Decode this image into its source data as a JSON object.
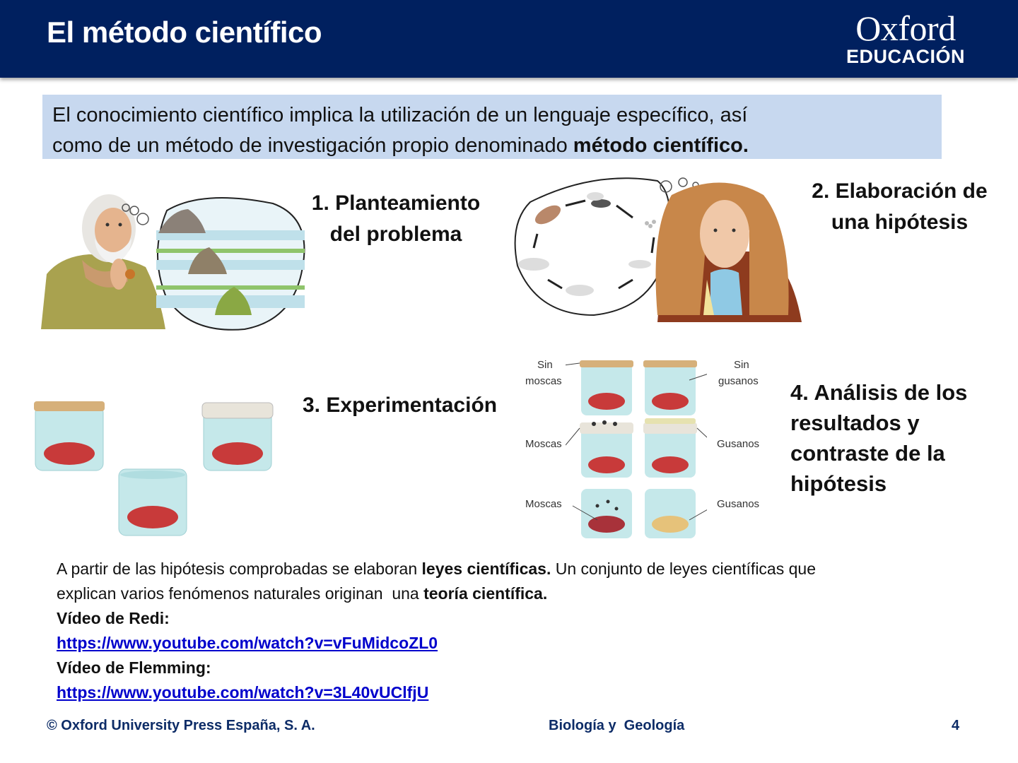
{
  "header": {
    "title": "El método científico",
    "logo": {
      "brand": "Oxford",
      "subtitle": "EDUCACIÓN"
    },
    "colors": {
      "background": "#00205f",
      "text": "#ffffff"
    }
  },
  "intro": {
    "line1": "El conocimiento científico implica la utilización de un lenguaje específico, así",
    "line2_plain": "como de un método de investigación propio denominado ",
    "line2_bold": "método científico.",
    "background": "#c7d8ef"
  },
  "steps": [
    {
      "number": "1.",
      "line1": "1. Planteamiento",
      "line2": "del problema",
      "illustration": "thinking-philosopher-frogs-rocks"
    },
    {
      "number": "2.",
      "line1": "2. Elaboración de",
      "line2": "una hipótesis",
      "illustration": "redi-fly-life-cycle"
    },
    {
      "number": "3.",
      "line1": "3. Experimentación",
      "illustration": "three-jars-with-meat"
    },
    {
      "number": "4.",
      "lines": [
        "4. Análisis de los",
        "resultados y",
        "contraste de la",
        "hipótesis"
      ],
      "illustration": "redi-experiment-results"
    }
  ],
  "experiment_labels": {
    "sin_moscas_1": "Sin",
    "sin_moscas_2": "moscas",
    "sin_gusanos_1": "Sin",
    "sin_gusanos_2": "gusanos",
    "moscas_mid": "Moscas",
    "gusanos_mid": "Gusanos",
    "moscas_bottom": "Moscas",
    "gusanos_bottom": "Gusanos"
  },
  "bottom": {
    "p1_a": "A partir de las hipótesis comprobadas se elaboran ",
    "p1_b": "leyes científicas.",
    "p1_c": " Un conjunto de leyes científicas que",
    "p2_a": "explican varios fenómenos naturales originan  una ",
    "p2_b": "teoría científica.",
    "video1_label": "Vídeo de Redi:",
    "video1_url": "https://www.youtube.com/watch?v=vFuMidcoZL0",
    "video2_label": "Vídeo de Flemming:",
    "video2_url": "https://www.youtube.com/watch?v=3L40vUClfjU",
    "link_color": "#0000cc"
  },
  "footer": {
    "copyright": "© Oxford University Press España, S. A.",
    "subject": "Biología y  Geología",
    "page_number": "4",
    "color": "#0d2c67"
  }
}
